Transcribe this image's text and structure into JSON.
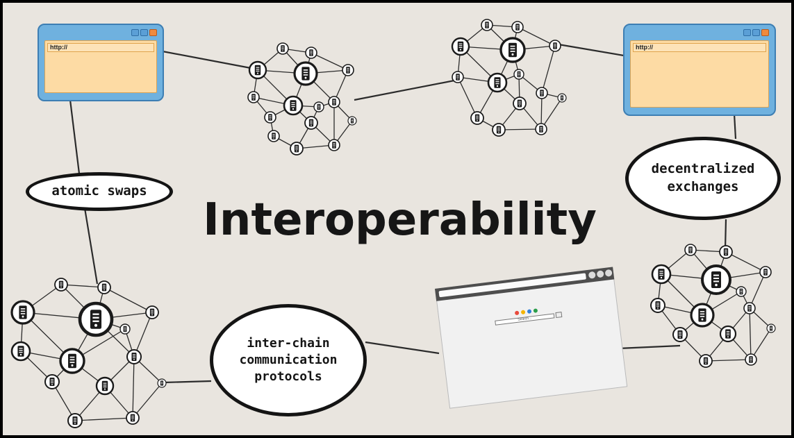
{
  "title": "Interoperability",
  "bubbles": {
    "atomic_swaps": "atomic swaps",
    "dex": [
      "decentralized",
      "exchanges"
    ],
    "icc": [
      "inter-chain",
      "communication",
      "protocols"
    ]
  },
  "windows": {
    "url_text": "http://"
  },
  "search_placeholder": "Search...",
  "search_dot_colors": [
    "#e84a3c",
    "#f5b400",
    "#2f7fd9",
    "#2a9d4b"
  ],
  "colors": {
    "background": "#e9e5df",
    "window_frame": "#6fb1df",
    "window_body": "#fddba4",
    "close_button": "#f08a3e"
  },
  "icons": {
    "node": "server-tower-icon",
    "window_controls": [
      "minimize-icon",
      "maximize-icon",
      "close-icon"
    ]
  }
}
